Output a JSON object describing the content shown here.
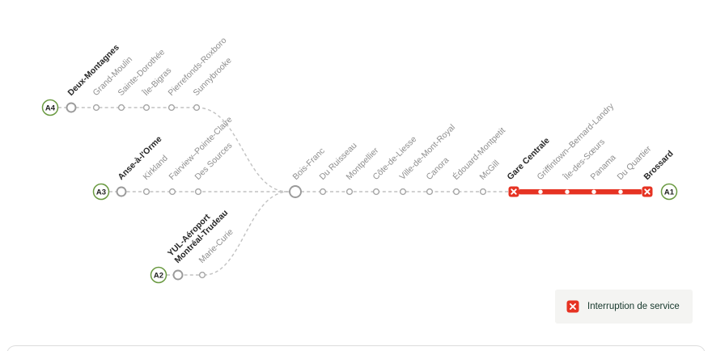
{
  "colors": {
    "interruption": "#e63323",
    "line_grey": "#c2c2c2",
    "badge_green": "#6a9a41"
  },
  "legend": {
    "interruption_label": "Interruption de service"
  },
  "badges": {
    "a1": "A1",
    "a2": "A2",
    "a3": "A3",
    "a4": "A4"
  },
  "map": {
    "branches": {
      "a4": {
        "stations": [
          {
            "name": "Deux-Montagnes"
          },
          {
            "name": "Grand-Moulin"
          },
          {
            "name": "Sainte-Dorothée"
          },
          {
            "name": "Île-Bigras"
          },
          {
            "name": "Pierrefonds-Roxboro"
          },
          {
            "name": "Sunnybrooke"
          }
        ]
      },
      "a3": {
        "stations": [
          {
            "name": "Anse-à-l'Orme"
          },
          {
            "name": "Kirkland"
          },
          {
            "name": "Fairview–Pointe-Claire"
          },
          {
            "name": "Des Sources"
          }
        ]
      },
      "a2": {
        "stations": [
          {
            "name_line1": "YUL-Aéroport",
            "name_line2": "Montréal-Trudeau"
          },
          {
            "name": "Marie-Curie"
          }
        ]
      },
      "trunk": {
        "stations": [
          {
            "name": "Bois-Franc"
          },
          {
            "name": "Du Ruisseau"
          },
          {
            "name": "Montpellier"
          },
          {
            "name": "Côte-de-Liesse"
          },
          {
            "name": "Ville-de-Mont-Royal"
          },
          {
            "name": "Canora"
          },
          {
            "name": "Édouard-Montpetit"
          },
          {
            "name": "McGill"
          },
          {
            "name": "Gare Centrale"
          },
          {
            "name": "Griffintown–Bernard-Landry"
          },
          {
            "name": "Île-des-Sœurs"
          },
          {
            "name": "Panama"
          },
          {
            "name": "Du Quartier"
          },
          {
            "name": "Brossard"
          }
        ]
      }
    }
  }
}
